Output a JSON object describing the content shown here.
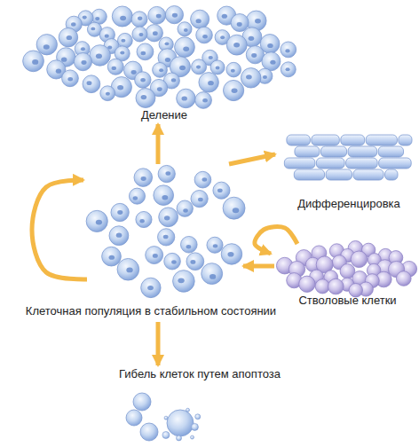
{
  "diagram": {
    "nodes": [
      {
        "text": [
          "Деление"
        ]
      },
      {
        "text": [
          "Дифференцировка"
        ]
      },
      {
        "text": [
          "Клеточная популяция в стабильном состоянии"
        ]
      },
      {
        "text": [
          "Стволовые клетки"
        ]
      },
      {
        "text": [
          "Гибель клеток путем апоптоза"
        ]
      }
    ],
    "edges": [
      {
        "from": 2,
        "to": 0,
        "arrow": "to"
      },
      {
        "from": 2,
        "to": 1,
        "arrow": "to"
      },
      {
        "from": 2,
        "to": 2,
        "arrow": "to"
      },
      {
        "from": 3,
        "to": 3,
        "arrow": "to"
      },
      {
        "from": 3,
        "to": 2,
        "arrow": "to"
      },
      {
        "from": 2,
        "to": 4,
        "arrow": "to"
      }
    ]
  }
}
